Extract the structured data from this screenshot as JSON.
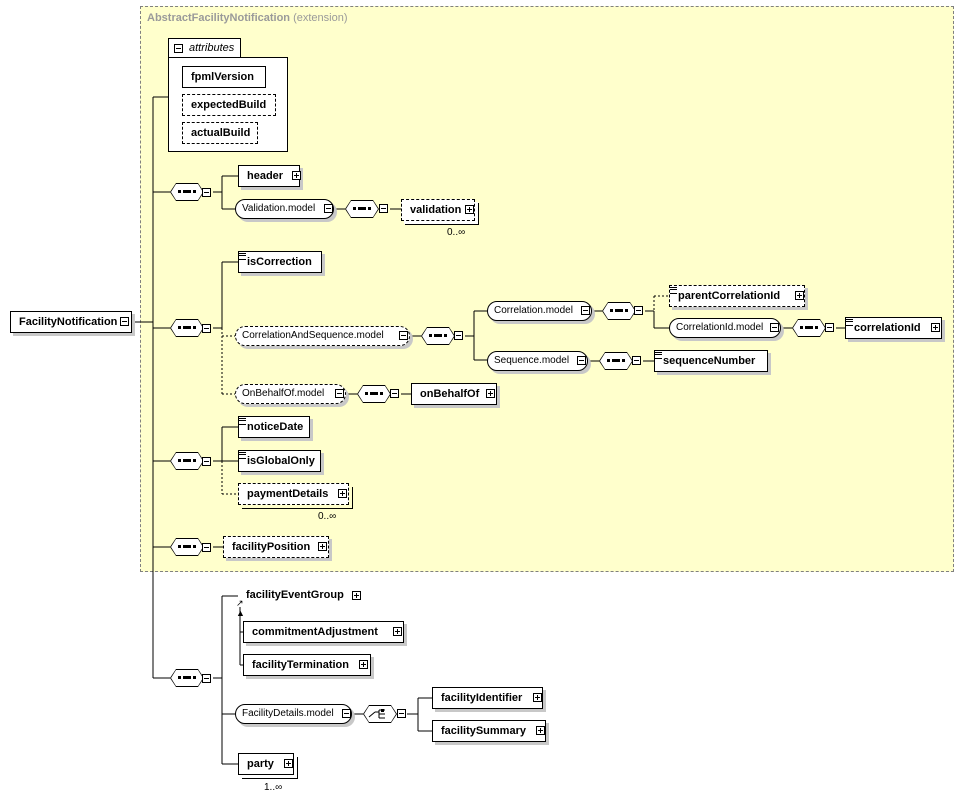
{
  "root": {
    "label": "FacilityNotification"
  },
  "extension": {
    "base": "AbstractFacilityNotification",
    "note": "(extension)"
  },
  "attributes": {
    "title": "attributes",
    "items": [
      "fpmlVersion",
      "expectedBuild",
      "actualBuild"
    ]
  },
  "elements": {
    "header": "header",
    "validation_model": "Validation.model",
    "validation": "validation",
    "validation_card": "0..∞",
    "isCorrection": "isCorrection",
    "correlation_and_sequence_model": "CorrelationAndSequence.model",
    "correlation_model": "Correlation.model",
    "parentCorrelationId": "parentCorrelationId",
    "correlationId_model": "CorrelationId.model",
    "correlationId": "correlationId",
    "sequence_model": "Sequence.model",
    "sequenceNumber": "sequenceNumber",
    "onBehalfOf_model": "OnBehalfOf.model",
    "onBehalfOf": "onBehalfOf",
    "noticeDate": "noticeDate",
    "isGlobalOnly": "isGlobalOnly",
    "paymentDetails": "paymentDetails",
    "paymentDetails_card": "0..∞",
    "facilityPosition": "facilityPosition",
    "facilityEventGroup": "facilityEventGroup",
    "commitmentAdjustment": "commitmentAdjustment",
    "facilityTermination": "facilityTermination",
    "facilityDetails_model": "FacilityDetails.model",
    "facilityIdentifier": "facilityIdentifier",
    "facilitySummary": "facilitySummary",
    "party": "party",
    "party_card": "1..∞"
  }
}
